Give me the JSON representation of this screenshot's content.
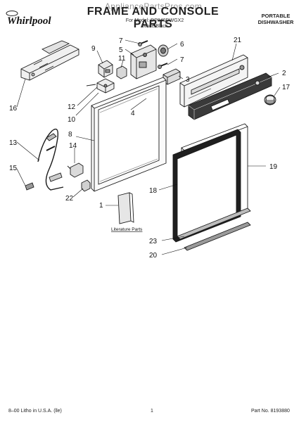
{
  "header": {
    "brand": "Whirlpool",
    "watermark": "AppliancePartsPros.com",
    "title": "FRAME AND CONSOLE PARTS",
    "model_line": "For Model: DP840DWGX2",
    "color_line": "White/Black",
    "product_type_line1": "PORTABLE",
    "product_type_line2": "DISHWASHER"
  },
  "callouts": {
    "c1": "1",
    "c2": "2",
    "c3": "3",
    "c4": "4",
    "c5": "5",
    "c6": "6",
    "c7a": "7",
    "c7b": "7",
    "c8": "8",
    "c9": "9",
    "c10": "10",
    "c11": "11",
    "c12": "12",
    "c13": "13",
    "c14": "14",
    "c15": "15",
    "c16": "16",
    "c17": "17",
    "c18": "18",
    "c19": "19",
    "c20": "20",
    "c21": "21",
    "c22": "22",
    "c23": "23"
  },
  "literature_label": "Literature Parts",
  "footer": {
    "left": "8–00 Litho in U.S.A. (lle)",
    "center": "1",
    "right": "Part No. 8193880"
  },
  "colors": {
    "line": "#1a1a1a",
    "fill_light": "#f2f2f2",
    "fill_mid": "#cfcfcf",
    "fill_dark": "#8a8a8a"
  }
}
